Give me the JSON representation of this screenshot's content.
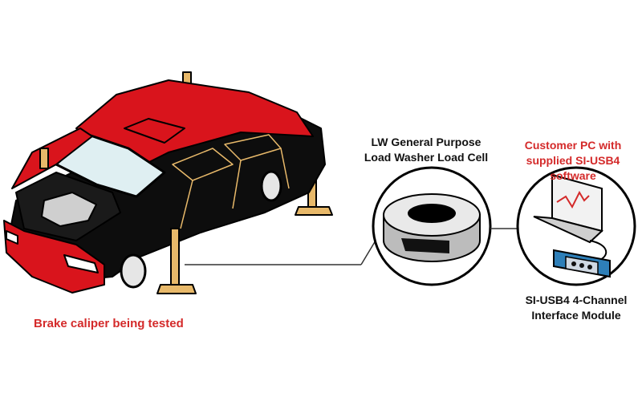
{
  "labels": {
    "brake_caliper": "Brake caliper being tested",
    "load_cell": [
      "LW General Purpose",
      "Load Washer Load Cell"
    ],
    "customer_pc": [
      "Customer PC with",
      "supplied SI-USB4 software"
    ],
    "interface_module": [
      "SI-USB4 4-Channel",
      "Interface Module"
    ]
  },
  "colors": {
    "car_red": "#d9141c",
    "car_black": "#0d0d0d",
    "wood": "#e8b96a",
    "accent_red": "#d42a2a",
    "module_blue": "#2e7fb8"
  }
}
